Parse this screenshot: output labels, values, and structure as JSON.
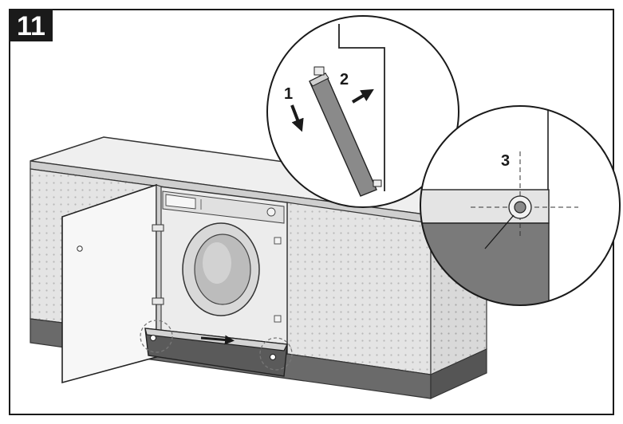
{
  "step": {
    "number": "11"
  },
  "callouts": {
    "one": "1",
    "two": "2",
    "three": "3"
  },
  "colors": {
    "frame": "#1a1a1a",
    "badge_bg": "#1a1a1a",
    "badge_text": "#ffffff",
    "cabinet_light": "#e6e6e6",
    "cabinet_mid": "#cfcfcf",
    "cabinet_dark": "#555555",
    "plinth": "#6a6a6a",
    "worktop": "#efefef"
  }
}
